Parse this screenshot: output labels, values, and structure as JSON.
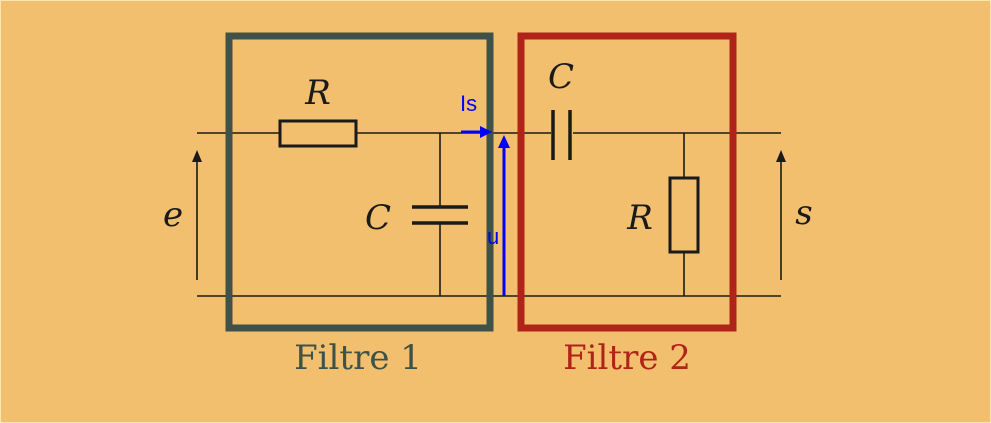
{
  "colors": {
    "background": "#f2bf6e",
    "filter1": "#3e5248",
    "filter2": "#b02318",
    "annotation": "#0000ff",
    "wire": "#1a1a1a"
  },
  "filter1": {
    "caption": "Filtre 1",
    "resistor_label": "R",
    "capacitor_label": "C"
  },
  "filter2": {
    "caption": "Filtre 2",
    "capacitor_label": "C",
    "resistor_label": "R"
  },
  "input_voltage": "e",
  "output_voltage": "s",
  "annotations": {
    "current": "Is",
    "voltage": "u"
  }
}
